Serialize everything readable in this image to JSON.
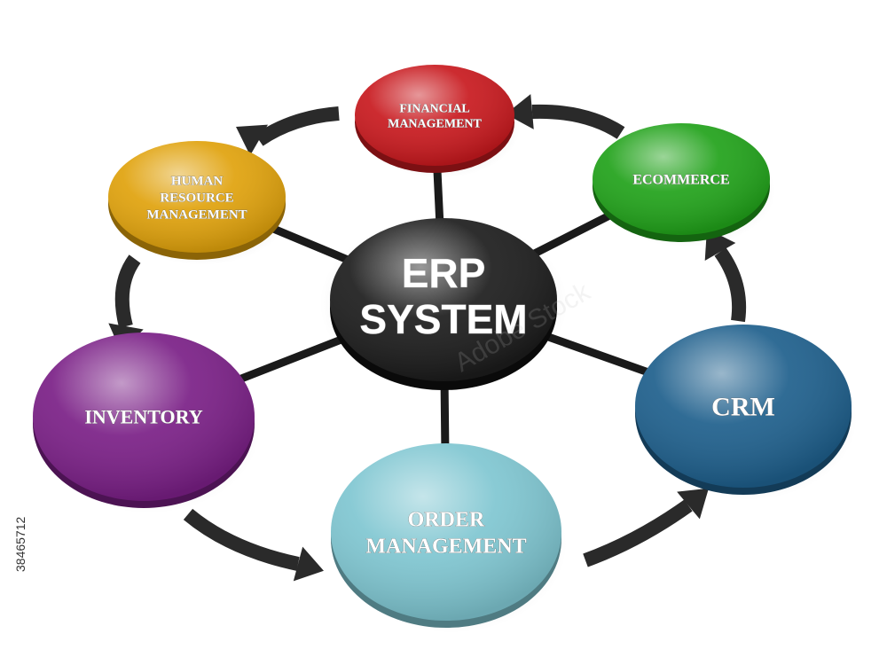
{
  "diagram": {
    "center": {
      "lines": [
        "ERP",
        "SYSTEM"
      ],
      "color": "#1c1c1c"
    },
    "nodes": [
      {
        "id": "financial",
        "lines": [
          "FINANCIAL",
          "MANAGEMENT"
        ],
        "color": "#c8191e"
      },
      {
        "id": "hr",
        "lines": [
          "HUMAN",
          "RESOURCE",
          "MANAGEMENT"
        ],
        "color": "#e0a20c"
      },
      {
        "id": "ecommerce",
        "lines": [
          "ECOMMERCE"
        ],
        "color": "#21a21a"
      },
      {
        "id": "inventory",
        "lines": [
          "INVENTORY"
        ],
        "color": "#7a1f86"
      },
      {
        "id": "crm",
        "lines": [
          "CRM"
        ],
        "color": "#1e5f8c"
      },
      {
        "id": "order",
        "lines": [
          "ORDER",
          "MANAGEMENT"
        ],
        "color": "#7fc6d1"
      }
    ],
    "arrows": [
      {
        "from": "financial",
        "to": "hr"
      },
      {
        "from": "hr",
        "to": "inventory"
      },
      {
        "from": "inventory",
        "to": "order"
      },
      {
        "from": "order",
        "to": "crm"
      },
      {
        "from": "crm",
        "to": "ecommerce"
      },
      {
        "from": "ecommerce",
        "to": "financial"
      }
    ]
  },
  "watermark": {
    "text": "Adobe Stock"
  },
  "stock_id": "38465712"
}
